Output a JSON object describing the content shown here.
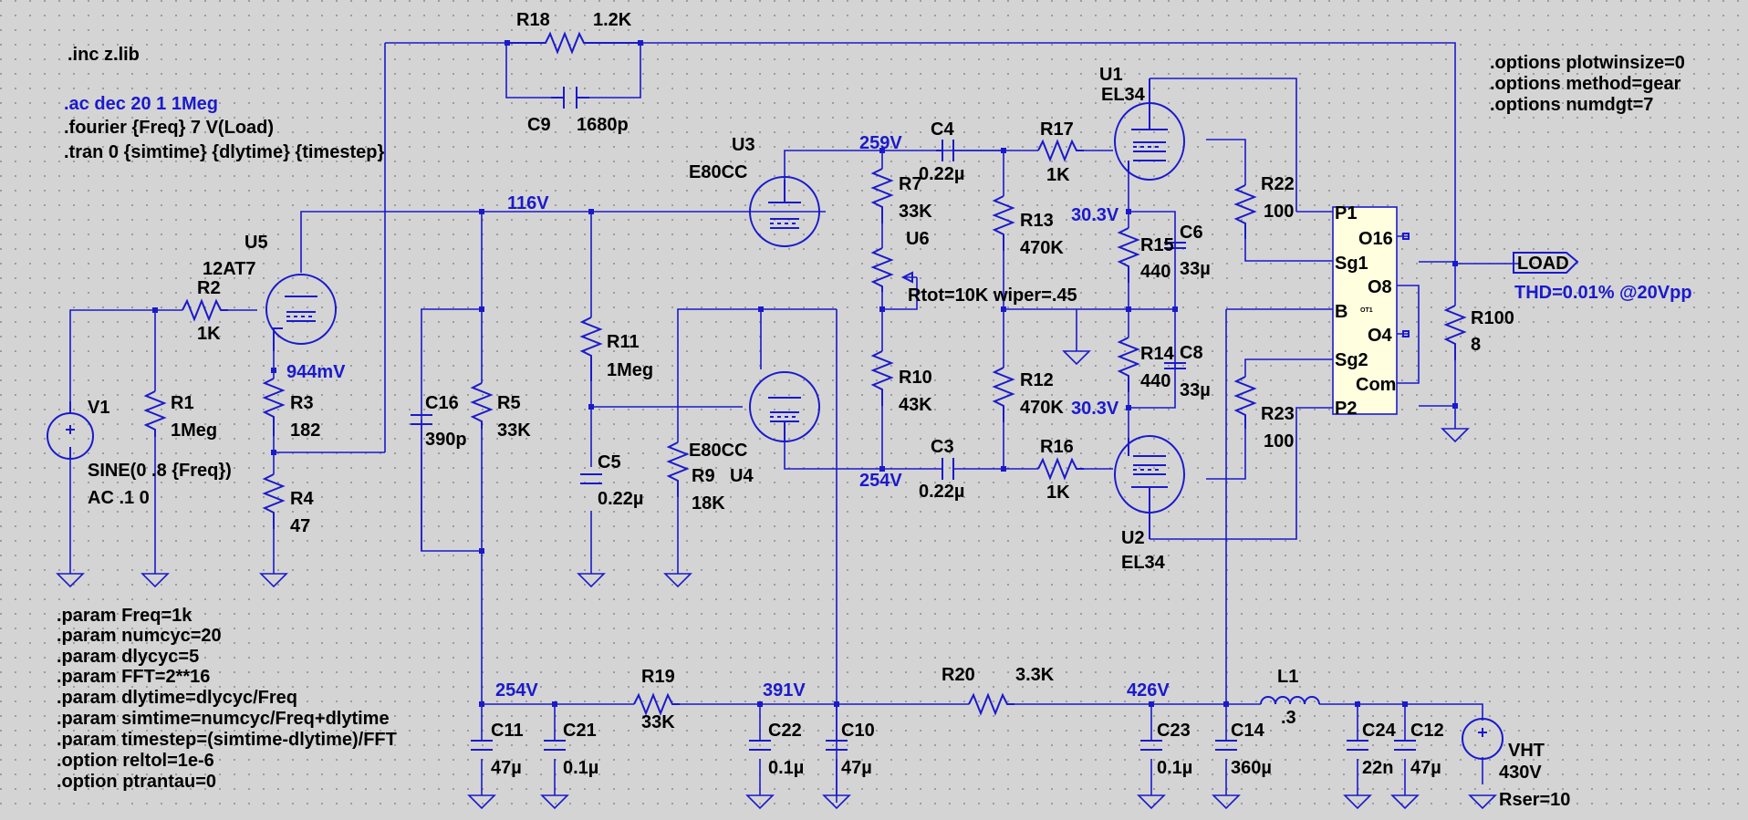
{
  "directives": {
    "inc": ".inc z.lib",
    "ac": ".ac dec 20 1 1Meg",
    "fourier": ".fourier {Freq} 7 V(Load)",
    "tran": ".tran 0 {simtime} {dlytime} {timestep}",
    "opt1": ".options plotwinsize=0",
    "opt2": ".options method=gear",
    "opt3": ".options numdgt=7",
    "params": [
      ".param Freq=1k",
      ".param numcyc=20",
      ".param dlycyc=5",
      ".param FFT=2**16",
      ".param dlytime=dlycyc/Freq",
      ".param simtime=numcyc/Freq+dlytime",
      ".param timestep=(simtime-dlytime)/FFT",
      ".option reltol=1e-6",
      ".option ptrantau=0"
    ]
  },
  "components": {
    "R18": {
      "name": "R18",
      "value": "1.2K"
    },
    "C9": {
      "name": "C9",
      "value": "1680p"
    },
    "U5": {
      "name": "U5",
      "model": "12AT7"
    },
    "R2": {
      "name": "R2",
      "value": "1K"
    },
    "V1": {
      "name": "V1",
      "line1": "SINE(0 .8 {Freq})",
      "line2": "AC .1 0"
    },
    "R1": {
      "name": "R1",
      "value": "1Meg"
    },
    "R3": {
      "name": "R3",
      "value": "182"
    },
    "R4": {
      "name": "R4",
      "value": "47"
    },
    "C16": {
      "name": "C16",
      "value": "390p"
    },
    "R5": {
      "name": "R5",
      "value": "33K"
    },
    "R11": {
      "name": "R11",
      "value": "1Meg"
    },
    "C5": {
      "name": "C5",
      "value": "0.22µ"
    },
    "R9": {
      "name": "R9",
      "value": "18K"
    },
    "U3": {
      "name": "U3",
      "model": "E80CC"
    },
    "U4": {
      "name": "U4",
      "model": "E80CC"
    },
    "C4": {
      "name": "C4",
      "value": "0.22µ"
    },
    "C3": {
      "name": "C3",
      "value": "0.22µ"
    },
    "R7": {
      "name": "R7",
      "value": "33K"
    },
    "U6": {
      "name": "U6",
      "value": "Rtot=10K wiper=.45"
    },
    "R10": {
      "name": "R10",
      "value": "43K"
    },
    "R13": {
      "name": "R13",
      "value": "470K"
    },
    "R12": {
      "name": "R12",
      "value": "470K"
    },
    "R17": {
      "name": "R17",
      "value": "1K"
    },
    "R16": {
      "name": "R16",
      "value": "1K"
    },
    "U1": {
      "name": "U1",
      "model": "EL34"
    },
    "U2": {
      "name": "U2",
      "model": "EL34"
    },
    "R15": {
      "name": "R15",
      "value": "440"
    },
    "C6": {
      "name": "C6",
      "value": "33µ"
    },
    "R14": {
      "name": "R14",
      "value": "440"
    },
    "C8": {
      "name": "C8",
      "value": "33µ"
    },
    "R22": {
      "name": "R22",
      "value": "100"
    },
    "R23": {
      "name": "R23",
      "value": "100"
    },
    "R100": {
      "name": "R100",
      "value": "8"
    },
    "C11": {
      "name": "C11",
      "value": "47µ"
    },
    "C21": {
      "name": "C21",
      "value": "0.1µ"
    },
    "R19": {
      "name": "R19",
      "value": "33K"
    },
    "C22": {
      "name": "C22",
      "value": "0.1µ"
    },
    "C10": {
      "name": "C10",
      "value": "47µ"
    },
    "R20": {
      "name": "R20",
      "value": "3.3K"
    },
    "C23": {
      "name": "C23",
      "value": "0.1µ"
    },
    "C14": {
      "name": "C14",
      "value": "360µ"
    },
    "L1": {
      "name": "L1",
      "value": ".3"
    },
    "C24": {
      "name": "C24",
      "value": "22n"
    },
    "C12": {
      "name": "C12",
      "value": "47µ"
    },
    "VHT": {
      "name": "VHT",
      "value": "430V",
      "extra": "Rser=10"
    }
  },
  "transformer": {
    "P1": "P1",
    "Sg1": "Sg1",
    "B": "B",
    "Sg2": "Sg2",
    "P2": "P2",
    "O16": "O16",
    "O8": "O8",
    "O4": "O4",
    "Com": "Com",
    "tag": "OT1"
  },
  "node_voltages": {
    "v116": "116V",
    "v944": "944mV",
    "v259": "259V",
    "v254a": "254V",
    "v30a": "30.3V",
    "v30b": "30.3V",
    "v254b": "254V",
    "v391": "391V",
    "v426": "426V"
  },
  "load": {
    "label": "LOAD",
    "thd": "THD=0.01% @20Vpp"
  },
  "colors": {
    "background": "#d4d4d4",
    "wire": "#1a1acc",
    "text": "#000000",
    "transformer_fill": "#ffffe0"
  }
}
